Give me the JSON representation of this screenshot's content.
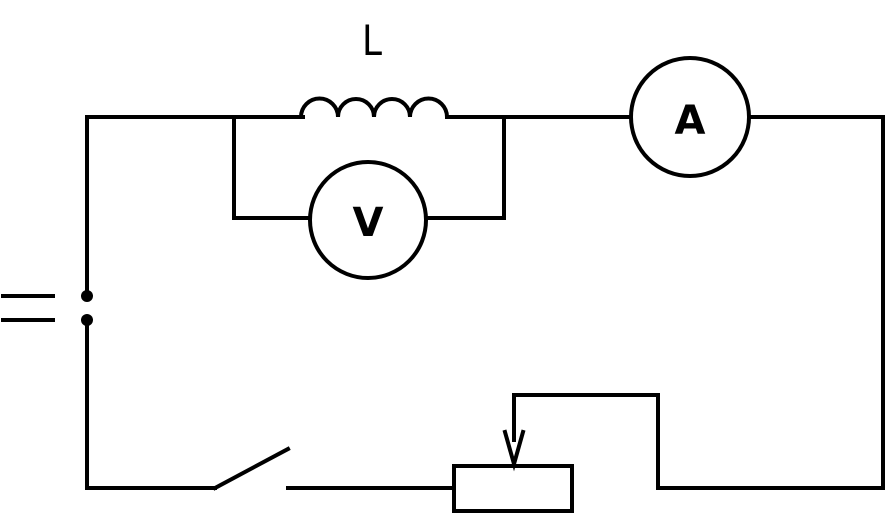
{
  "diagram": {
    "inductor_label": "L",
    "voltmeter_symbol": "V",
    "ammeter_symbol": "A"
  },
  "colors": {
    "line": "#000000",
    "background": "#ffffff"
  }
}
